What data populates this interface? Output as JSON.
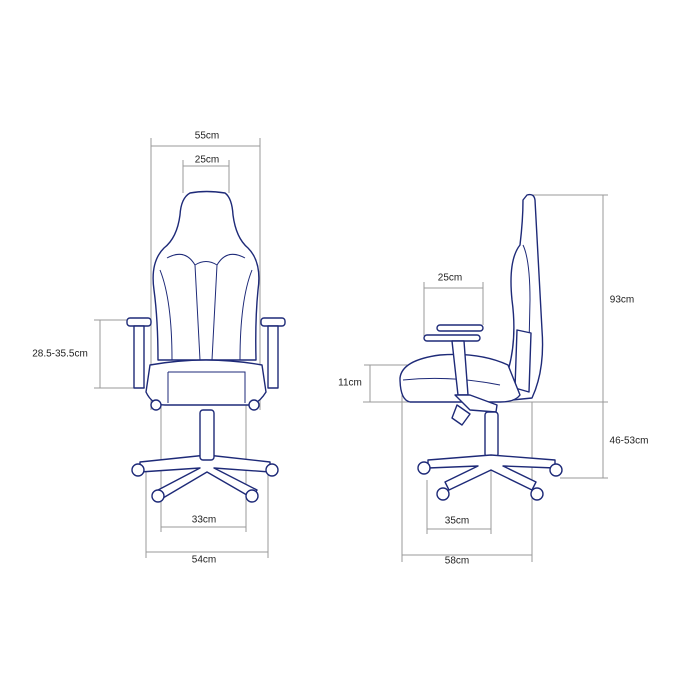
{
  "front_view": {
    "overall_width": "55cm",
    "headrest_width": "25cm",
    "armrest_height": "28.5-35.5cm",
    "inner_base_width": "33cm",
    "base_width": "54cm"
  },
  "side_view": {
    "armrest_depth": "25cm",
    "backrest_height": "93cm",
    "seat_thickness": "11cm",
    "seat_height": "46-53cm",
    "inner_base_depth": "35cm",
    "overall_depth": "58cm"
  },
  "colors": {
    "line": "#1e2a78",
    "dimension": "#9a9a9a"
  }
}
